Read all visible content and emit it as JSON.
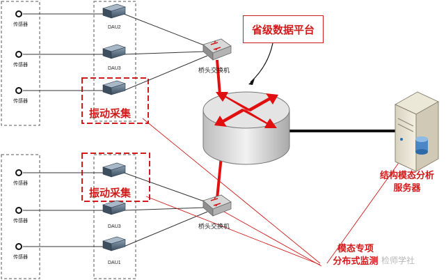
{
  "sensor_label": "传感器",
  "top_group": {
    "dau_labels": [
      "DAU2",
      "DAU3"
    ],
    "switch_label": "桥头交换机",
    "vibration_label": "振动采集"
  },
  "bottom_group": {
    "dau_labels": [
      "DAU3",
      "DAU1"
    ],
    "switch_label": "桥头交换机",
    "vibration_label": "振动采集"
  },
  "platform_label": "省级数据平台",
  "server_label_line1": "结构模态分析",
  "server_label_line2": "服务器",
  "monitoring_label_line1": "模态专项",
  "monitoring_label_line2": "分布式监测",
  "watermark": "检师学社"
}
